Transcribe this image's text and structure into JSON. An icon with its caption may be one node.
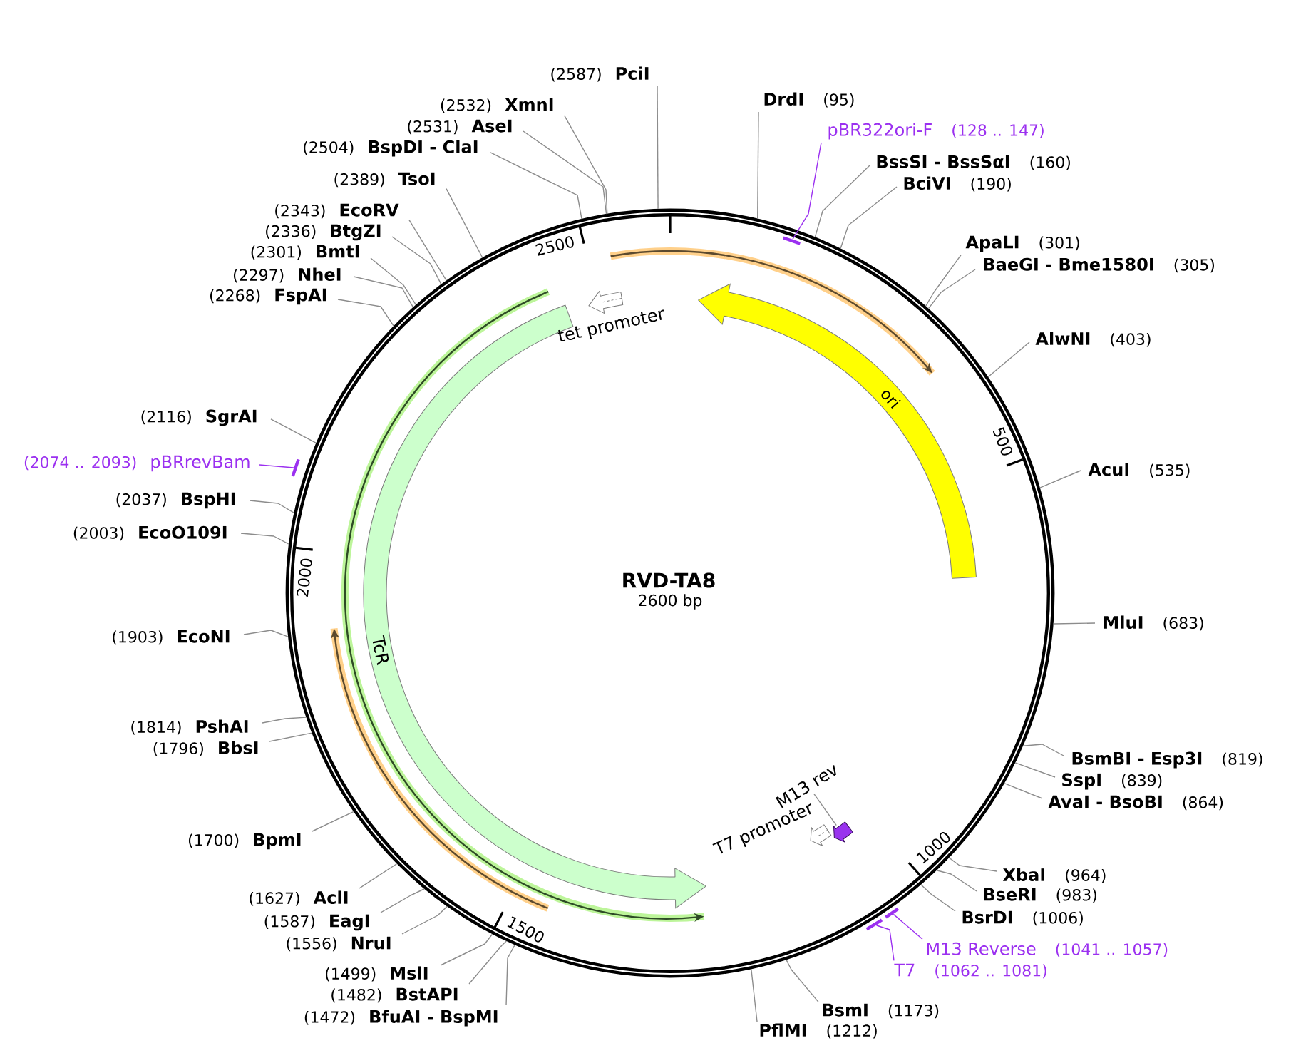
{
  "diagram": {
    "title": "RVD-TA8",
    "nodes": [
      {
        "text": [],
        "shape": "circle"
      },
      {
        "text": [
          "ori"
        ],
        "in": 0
      },
      {
        "text": [
          "TcR"
        ],
        "in": 0
      },
      {
        "text": [
          "tet promoter"
        ],
        "in": 0
      },
      {
        "text": [
          "T7 promoter"
        ],
        "in": 0
      },
      {
        "text": [
          "M13 rev"
        ],
        "in": 0
      },
      {
        "text": [],
        "shape": "arrow",
        "in": 0
      },
      {
        "text": [],
        "shape": "bar",
        "in": 0
      },
      {
        "text": [],
        "shape": "bar"
      },
      {
        "text": [],
        "shape": "bar"
      },
      {
        "text": [],
        "shape": "bar"
      },
      {
        "text": [
          "(2587)",
          "PciI"
        ]
      },
      {
        "text": [
          "DrdI",
          "(95)"
        ]
      },
      {
        "text": [
          "pBR322ori-F",
          "(128 .. 147)"
        ]
      },
      {
        "text": [
          "BssSI - BssSαI",
          "(160)"
        ]
      },
      {
        "text": [
          "BciVI",
          "(190)"
        ]
      },
      {
        "text": [
          "ApaLI",
          "(301)"
        ]
      },
      {
        "text": [
          "BaeGI - Bme1580I",
          "(305)"
        ]
      },
      {
        "text": [
          "AlwNI",
          "(403)"
        ]
      },
      {
        "text": [
          "AcuI",
          "(535)"
        ]
      },
      {
        "text": [
          "MluI",
          "(683)"
        ]
      },
      {
        "text": [
          "BsmBI - Esp3I",
          "(819)"
        ]
      },
      {
        "text": [
          "SspI",
          "(839)"
        ]
      },
      {
        "text": [
          "AvaI - BsoBI",
          "(864)"
        ]
      },
      {
        "text": [
          "XbaI",
          "(964)"
        ]
      },
      {
        "text": [
          "BseRI",
          "(983)"
        ]
      },
      {
        "text": [
          "BsrDI",
          "(1006)"
        ]
      },
      {
        "text": [
          "M13 Reverse",
          "(1041 .. 1057)"
        ]
      },
      {
        "text": [
          "T7",
          "(1062 .. 1081)"
        ]
      },
      {
        "text": [
          "BsmI",
          "(1173)"
        ]
      },
      {
        "text": [
          "PflMI",
          "(1212)"
        ]
      },
      {
        "text": [
          "(1472)",
          "BfuAI - BspMI"
        ]
      },
      {
        "text": [
          "(1482)",
          "BstAPI"
        ]
      },
      {
        "text": [
          "(1499)",
          "MslI"
        ]
      },
      {
        "text": [
          "(1556)",
          "NruI"
        ]
      },
      {
        "text": [
          "(1587)",
          "EagI"
        ]
      },
      {
        "text": [
          "(1627)",
          "AclI"
        ]
      },
      {
        "text": [
          "(1700)",
          "BpmI"
        ]
      },
      {
        "text": [
          "(1796)",
          "BbsI"
        ]
      },
      {
        "text": [
          "(1814)",
          "PshAI"
        ]
      },
      {
        "text": [
          "(1903)",
          "EcoNI"
        ]
      },
      {
        "text": [
          "(2003)",
          "EcoO109I"
        ]
      },
      {
        "text": [
          "(2037)",
          "BspHI"
        ]
      },
      {
        "text": [
          "(2074 .. 2093)",
          "pBRrevBam"
        ]
      },
      {
        "text": [
          "(2116)",
          "SgrAI"
        ]
      },
      {
        "text": [
          "(2268)",
          "FspAI"
        ]
      },
      {
        "text": [
          "(2297)",
          "NheI"
        ]
      },
      {
        "text": [
          "(2301)",
          "BmtI"
        ]
      },
      {
        "text": [
          "(2336)",
          "BtgZI"
        ]
      },
      {
        "text": [
          "(2343)",
          "EcoRV"
        ]
      },
      {
        "text": [
          "(2389)",
          "TsoI"
        ]
      },
      {
        "text": [
          "(2504)",
          "BspDI - ClaI"
        ]
      },
      {
        "text": [
          "(2531)",
          "AseI"
        ]
      },
      {
        "text": [
          "(2532)",
          "XmnI"
        ]
      }
    ],
    "edges": [
      {
        "from": 5,
        "to": 6,
        "arrow": "none"
      },
      {
        "from": 11,
        "to": 0,
        "arrow": "none"
      },
      {
        "from": 12,
        "to": 0,
        "arrow": "none"
      },
      {
        "from": 13,
        "to": 7,
        "arrow": "none",
        "color": "#9b30f0"
      },
      {
        "from": 14,
        "to": 0,
        "arrow": "none"
      },
      {
        "from": 15,
        "to": 0,
        "arrow": "none"
      },
      {
        "from": 16,
        "to": 0,
        "arrow": "none"
      },
      {
        "from": 17,
        "to": 0,
        "arrow": "none"
      },
      {
        "from": 18,
        "to": 0,
        "arrow": "none"
      },
      {
        "from": 19,
        "to": 0,
        "arrow": "none"
      },
      {
        "from": 20,
        "to": 0,
        "arrow": "none"
      },
      {
        "from": 21,
        "to": 0,
        "arrow": "none"
      },
      {
        "from": 22,
        "to": 0,
        "arrow": "none"
      },
      {
        "from": 23,
        "to": 0,
        "arrow": "none"
      },
      {
        "from": 24,
        "to": 0,
        "arrow": "none"
      },
      {
        "from": 25,
        "to": 0,
        "arrow": "none"
      },
      {
        "from": 26,
        "to": 0,
        "arrow": "none"
      },
      {
        "from": 27,
        "to": 9,
        "arrow": "none",
        "color": "#9b30f0"
      },
      {
        "from": 28,
        "to": 10,
        "arrow": "none",
        "color": "#9b30f0"
      },
      {
        "from": 29,
        "to": 0,
        "arrow": "none"
      },
      {
        "from": 30,
        "to": 0,
        "arrow": "none"
      },
      {
        "from": 31,
        "to": 0,
        "arrow": "none"
      },
      {
        "from": 32,
        "to": 0,
        "arrow": "none"
      },
      {
        "from": 33,
        "to": 0,
        "arrow": "none"
      },
      {
        "from": 34,
        "to": 0,
        "arrow": "none"
      },
      {
        "from": 35,
        "to": 0,
        "arrow": "none"
      },
      {
        "from": 36,
        "to": 0,
        "arrow": "none"
      },
      {
        "from": 37,
        "to": 0,
        "arrow": "none"
      },
      {
        "from": 38,
        "to": 0,
        "arrow": "none"
      },
      {
        "from": 39,
        "to": 0,
        "arrow": "none"
      },
      {
        "from": 40,
        "to": 0,
        "arrow": "none"
      },
      {
        "from": 41,
        "to": 0,
        "arrow": "none"
      },
      {
        "from": 42,
        "to": 0,
        "arrow": "none"
      },
      {
        "from": 43,
        "to": 8,
        "arrow": "none",
        "color": "#9b30f0"
      },
      {
        "from": 44,
        "to": 0,
        "arrow": "none"
      },
      {
        "from": 45,
        "to": 0,
        "arrow": "none"
      },
      {
        "from": 46,
        "to": 0,
        "arrow": "none"
      },
      {
        "from": 47,
        "to": 0,
        "arrow": "none"
      },
      {
        "from": 48,
        "to": 0,
        "arrow": "none"
      },
      {
        "from": 49,
        "to": 0,
        "arrow": "none"
      },
      {
        "from": 50,
        "to": 0,
        "arrow": "none"
      },
      {
        "from": 51,
        "to": 0,
        "arrow": "none"
      },
      {
        "from": 52,
        "to": 0,
        "arrow": "none"
      },
      {
        "from": 53,
        "to": 0,
        "arrow": "none"
      }
    ],
    "labels": [
      "2500",
      "500",
      "2000",
      "2600 bp",
      "1000",
      "1500"
    ]
  }
}
